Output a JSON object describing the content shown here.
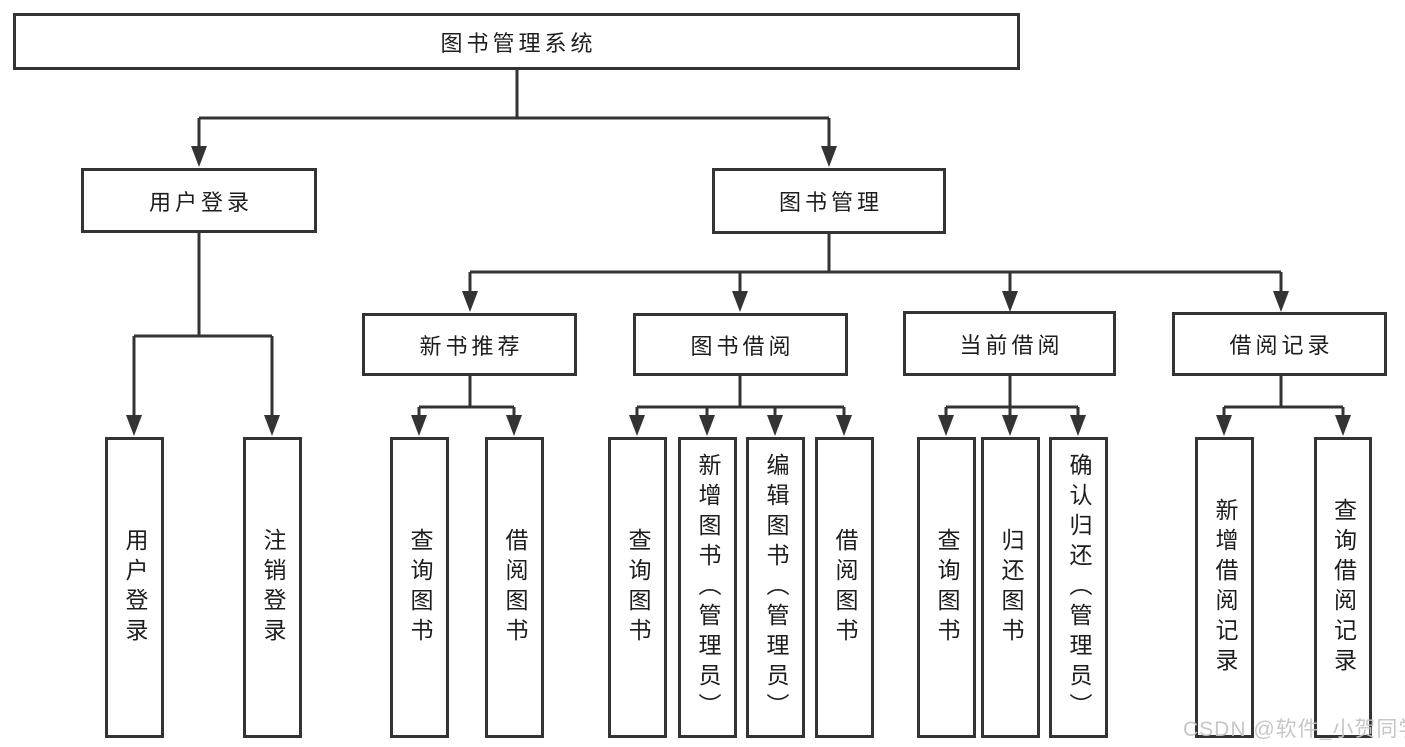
{
  "diagram": {
    "root": {
      "label": "图书管理系统"
    },
    "level1": [
      {
        "label": "用户登录"
      },
      {
        "label": "图书管理"
      }
    ],
    "level2": [
      {
        "label": "新书推荐"
      },
      {
        "label": "图书借阅"
      },
      {
        "label": "当前借阅"
      },
      {
        "label": "借阅记录"
      }
    ],
    "leaves": [
      {
        "label": "用户登录"
      },
      {
        "label": "注销登录"
      },
      {
        "label": "查询图书"
      },
      {
        "label": "借阅图书"
      },
      {
        "label": "查询图书"
      },
      {
        "label": "新增图书（管理员）"
      },
      {
        "label": "编辑图书（管理员）"
      },
      {
        "label": "借阅图书"
      },
      {
        "label": "查询图书"
      },
      {
        "label": "归还图书"
      },
      {
        "label": "确认归还（管理员）"
      },
      {
        "label": "新增借阅记录"
      },
      {
        "label": "查询借阅记录"
      }
    ]
  },
  "watermark": {
    "text": "CSDN @软件_小贺同学"
  },
  "colors": {
    "line": "#333333",
    "text": "#1d1d1d",
    "background": "#ffffff",
    "watermark": "#c4c4c4"
  }
}
